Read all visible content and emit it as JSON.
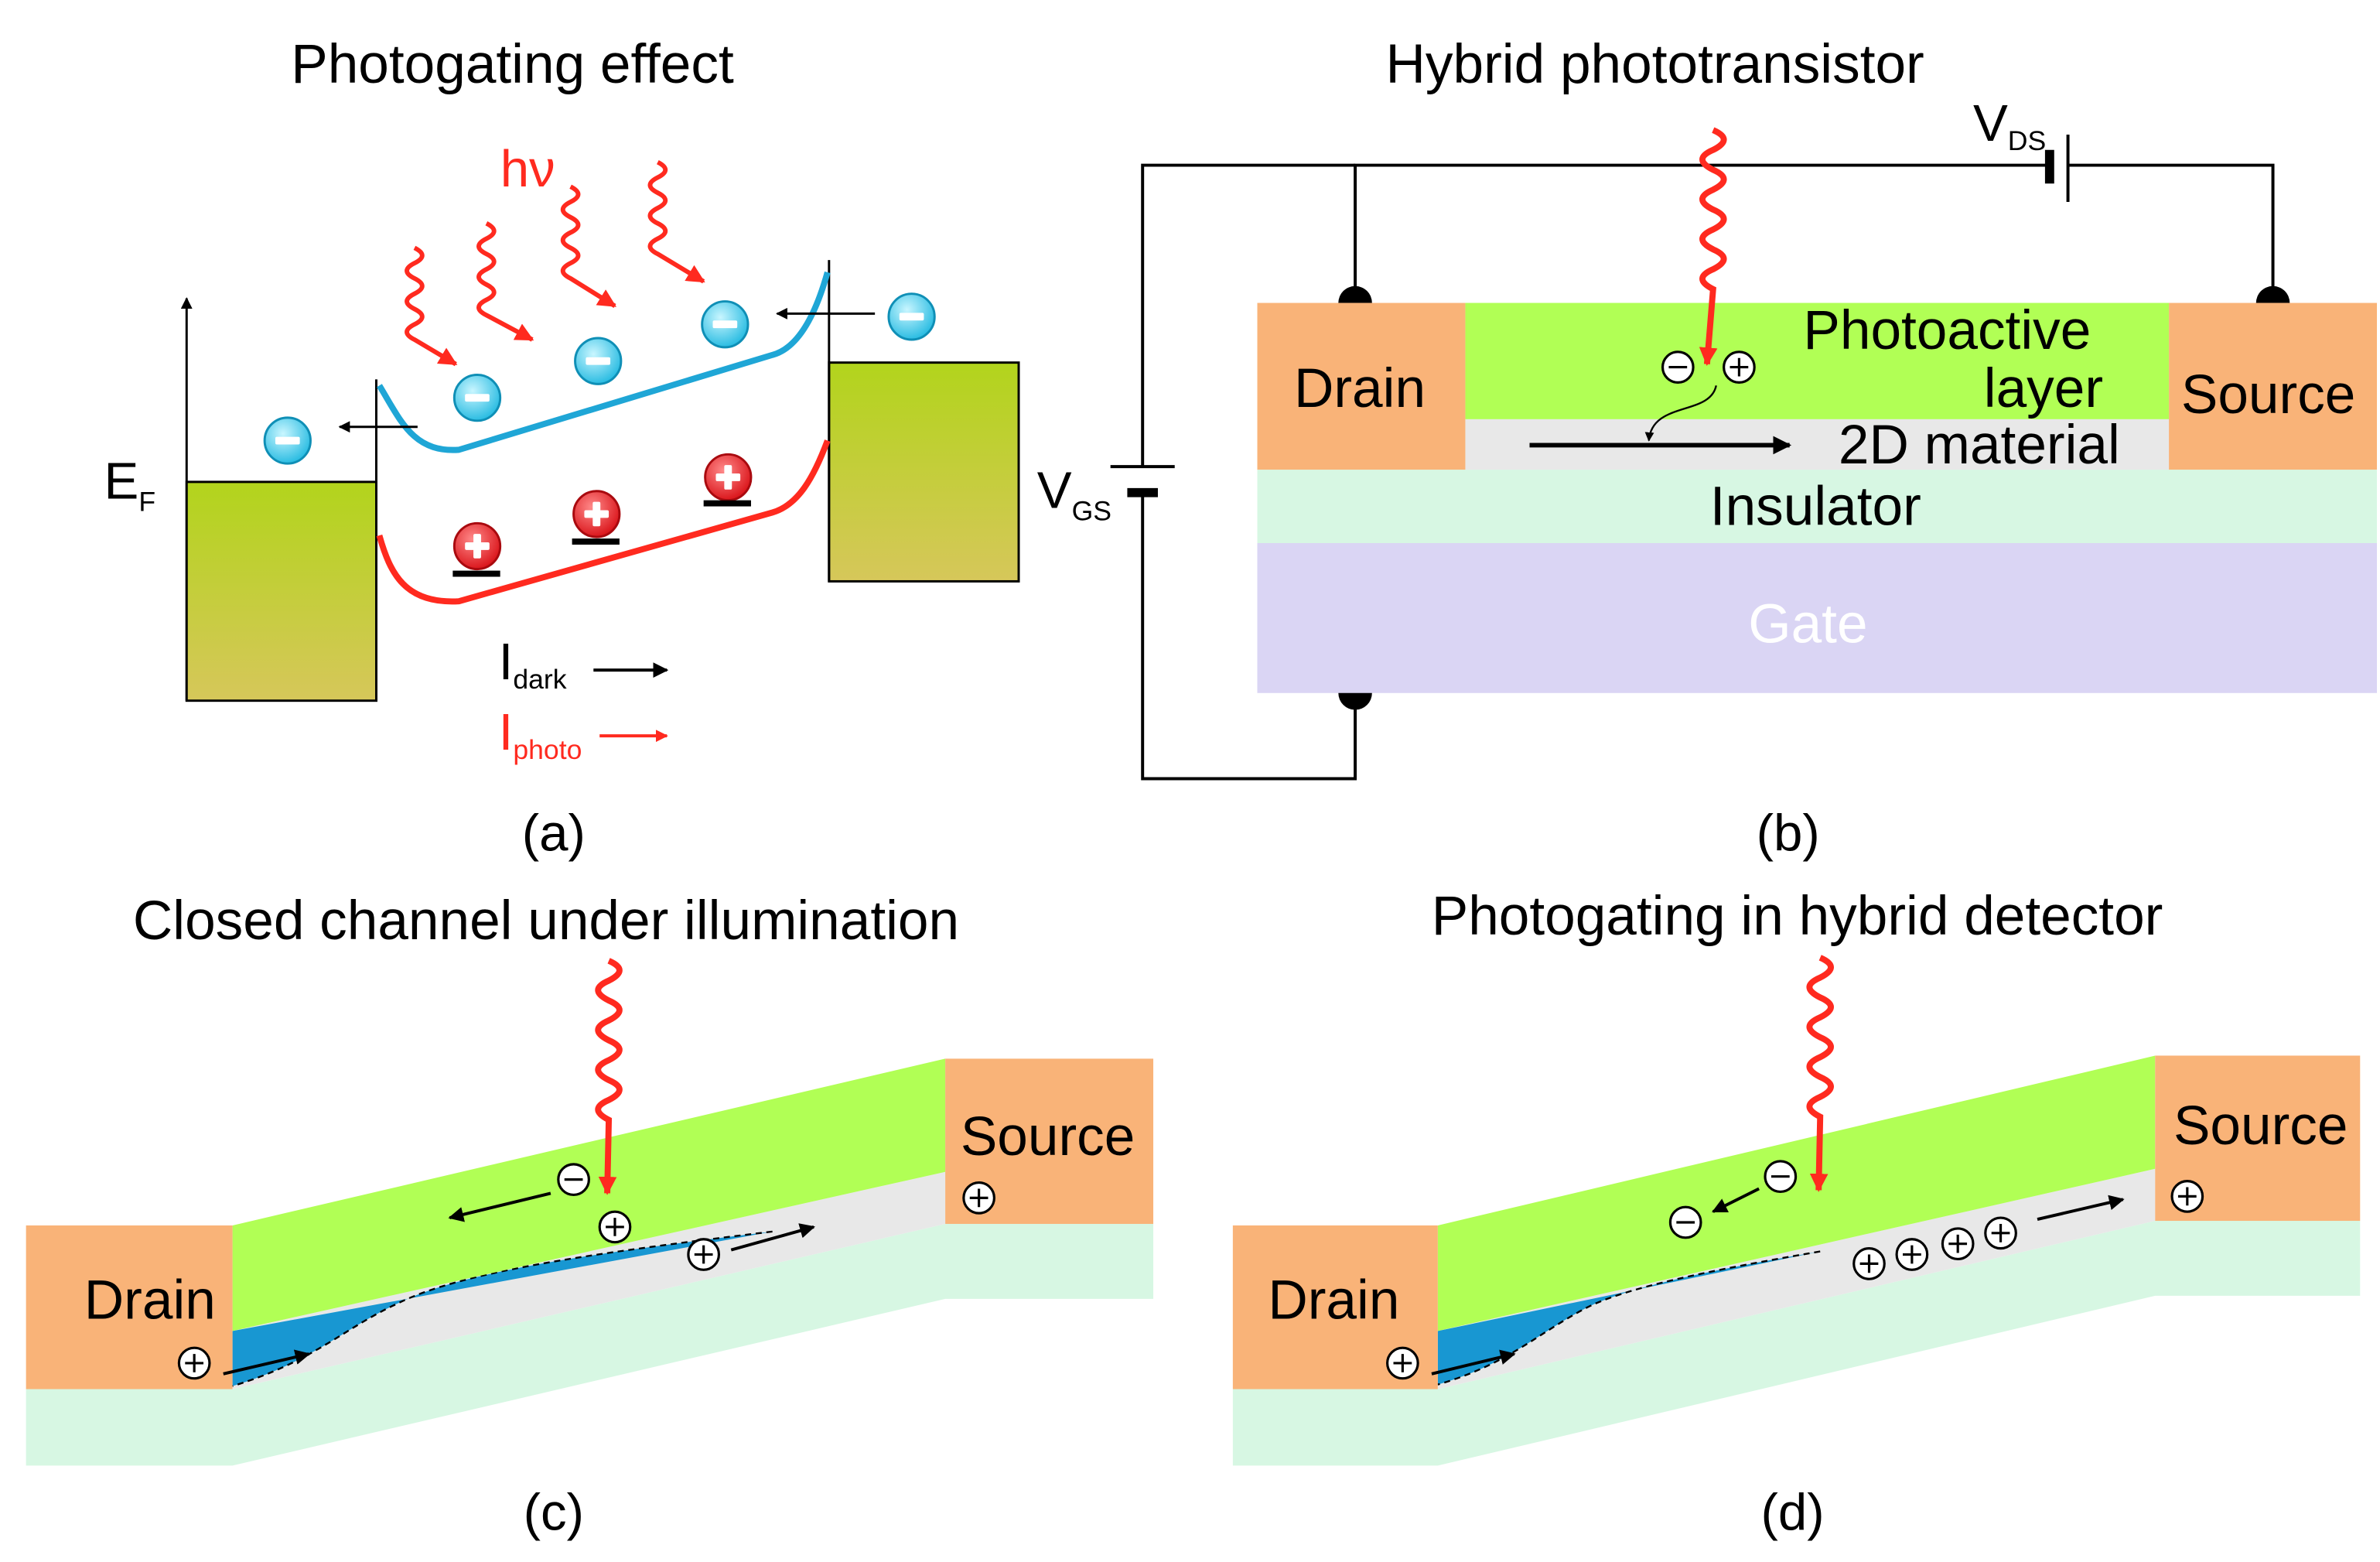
{
  "colors": {
    "red": "#ff2a1f",
    "blue": "#1fa6d6",
    "green_layer": "#b1ff55",
    "contact": "#f9b378",
    "channel": "#e8e8e8",
    "insulator": "#d7f7e3",
    "gate": "#dad5f4",
    "bulk_top": "#b2d41c",
    "bulk_bottom": "#d6c75a",
    "depletion": "#1897d2",
    "electron": "#33d0ee",
    "hole": "#e8121a"
  },
  "panel_a": {
    "title": "Photogating effect",
    "caption": "(a)",
    "photon_label": "hν",
    "fermi_label": "E",
    "fermi_sub": "F",
    "idark_main": "I",
    "idark_sub": "dark",
    "iphoto_main": "I",
    "iphoto_sub": "photo"
  },
  "panel_b": {
    "title": "Hybrid phototransistor",
    "caption": "(b)",
    "drain": "Drain",
    "source": "Source",
    "photo_line1": "Photoactive",
    "photo_line2": "layer",
    "material": "2D material",
    "insulator": "Insulator",
    "gate": "Gate",
    "vgs_main": "V",
    "vgs_sub": "GS",
    "vds_main": "V",
    "vds_sub": "DS"
  },
  "panel_c": {
    "title": "Closed channel under illumination",
    "caption": "(c)",
    "drain": "Drain",
    "source": "Source"
  },
  "panel_d": {
    "title": "Photogating in hybrid detector",
    "caption": "(d)",
    "drain": "Drain",
    "source": "Source"
  }
}
